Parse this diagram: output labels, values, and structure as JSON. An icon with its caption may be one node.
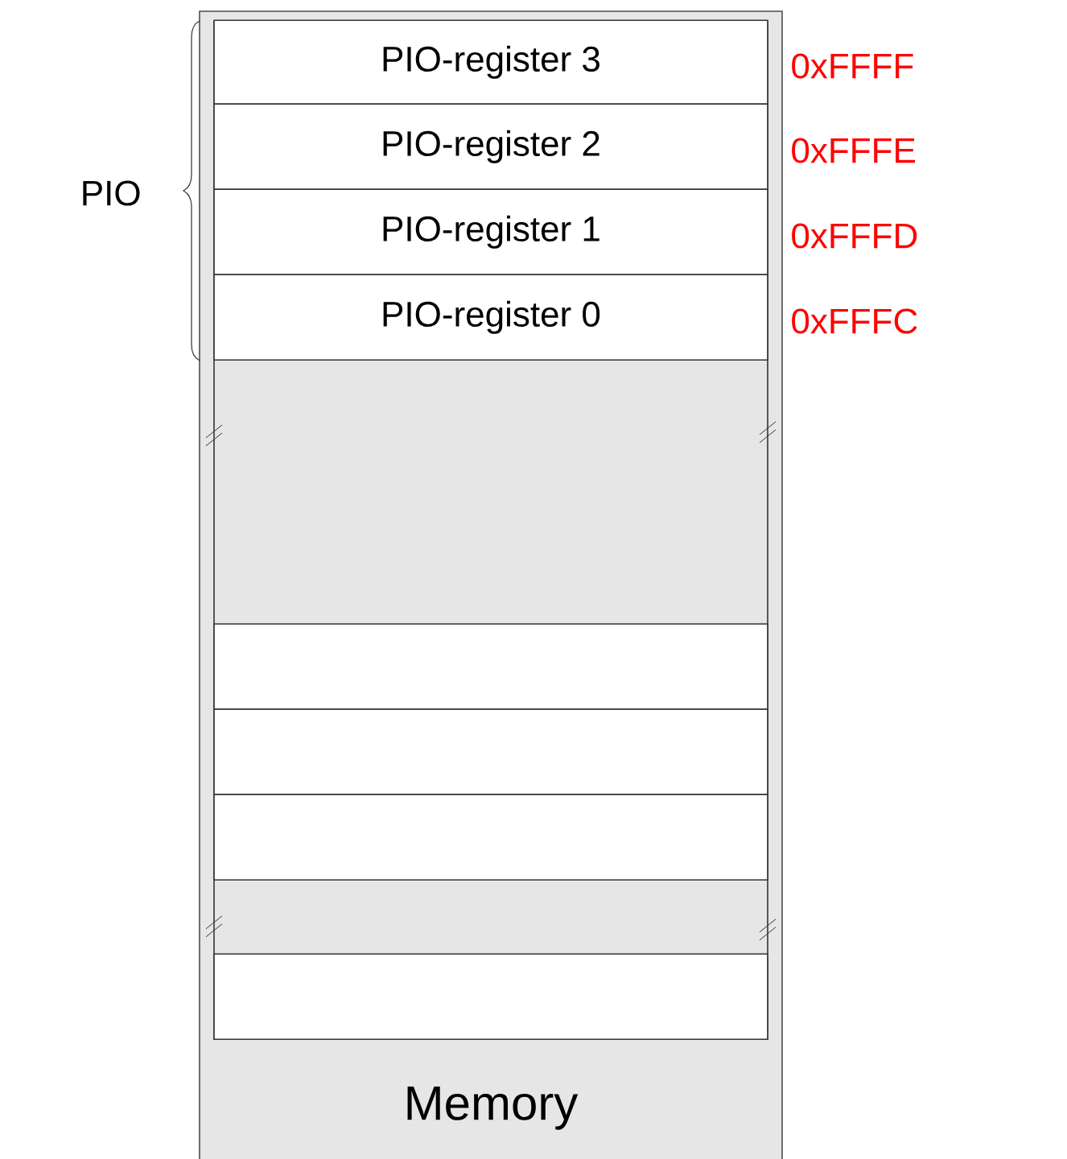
{
  "diagram": {
    "nodes": [
      {
        "text": [
          "Memory"
        ]
      },
      {
        "text": [
          "PIO-register 3"
        ],
        "in": 0,
        "beside": [
          "0xFFFF"
        ]
      },
      {
        "text": [
          "PIO-register 2"
        ],
        "in": 0,
        "beside": [
          "0xFFFE"
        ]
      },
      {
        "text": [
          "PIO-register 1"
        ],
        "in": 0,
        "beside": [
          "0xFFFD"
        ]
      },
      {
        "text": [
          "PIO-register 0"
        ],
        "in": 0,
        "beside": [
          "0xFFFC"
        ]
      },
      {
        "text": [],
        "shape": "box",
        "in": 0
      },
      {
        "text": [],
        "shape": "box",
        "in": 0
      },
      {
        "text": [],
        "shape": "box",
        "in": 0
      },
      {
        "text": [],
        "shape": "box",
        "in": 0
      }
    ],
    "edges": [],
    "labels": [
      "PIO"
    ]
  }
}
